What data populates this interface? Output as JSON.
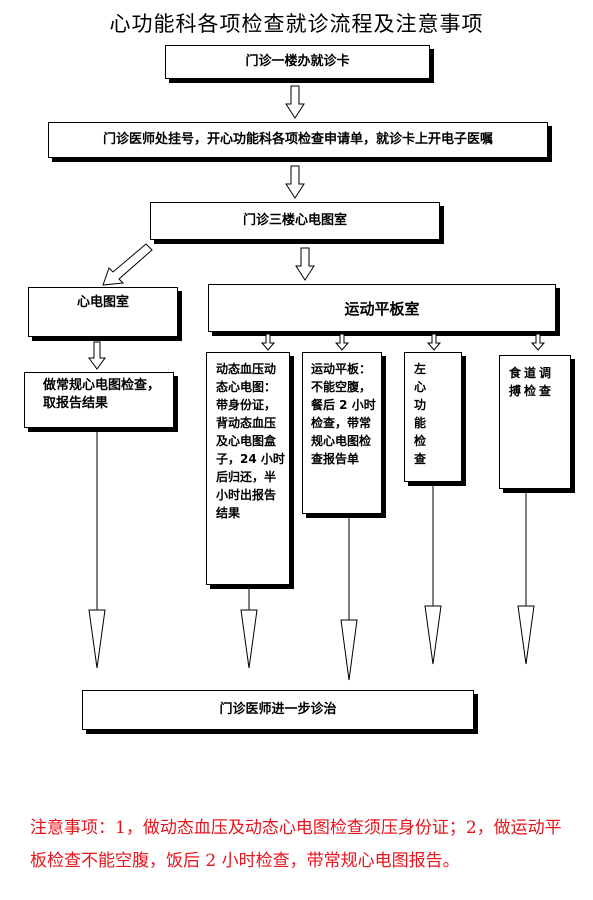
{
  "title": "心功能科各项检查就诊流程及注意事项",
  "step1": "门诊一楼办就诊卡",
  "step2": "门诊医师处挂号，开心功能科各项检查申请单，就诊卡上开电子医嘱",
  "step3": "门诊三楼心电图室",
  "left_room": "心电图室",
  "left_result": "做常规心电图检查，取报告结果",
  "right_room": "运动平板室",
  "exam1": "动态血压动态心电图：带身份证，背动态血压及心电图盒子，24 小时后归还，半小时出报告结果",
  "exam2": "运动平板：不能空腹，餐后 2 小时检查，带常规心电图检查报告单",
  "exam3": "左心功能检查",
  "exam4": "食道调搏检查",
  "final": "门诊医师进一步诊治",
  "note": "注意事项：1，做动态血压及动态心电图检查须压身份证；2，做运动平板检查不能空腹，饭后 2 小时检查，带常规心电图报告。"
}
